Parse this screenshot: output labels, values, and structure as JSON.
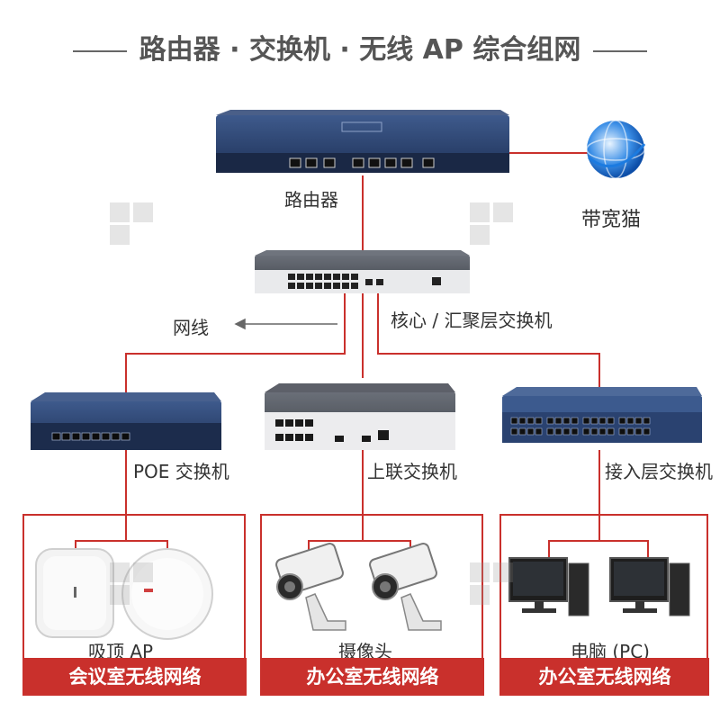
{
  "title": "路由器 · 交换机 · 无线 AP 综合组网",
  "nodes": {
    "router": "路由器",
    "modem": "带宽猫",
    "core_switch": "核心 / 汇聚层交换机",
    "poe_switch": "POE 交换机",
    "uplink_switch": "上联交换机",
    "access_switch": "接入层交换机",
    "ceiling_ap": "吸顶 AP",
    "camera": "摄像头",
    "pc": "电脑 (PC)"
  },
  "cable_label": "网线",
  "areas": [
    {
      "label": "会议室无线网络"
    },
    {
      "label": "办公室无线网络"
    },
    {
      "label": "办公室无线网络"
    }
  ],
  "colors": {
    "link": "#c9302c",
    "banner": "#c9302c",
    "device_dark": "#2b3a5c"
  }
}
